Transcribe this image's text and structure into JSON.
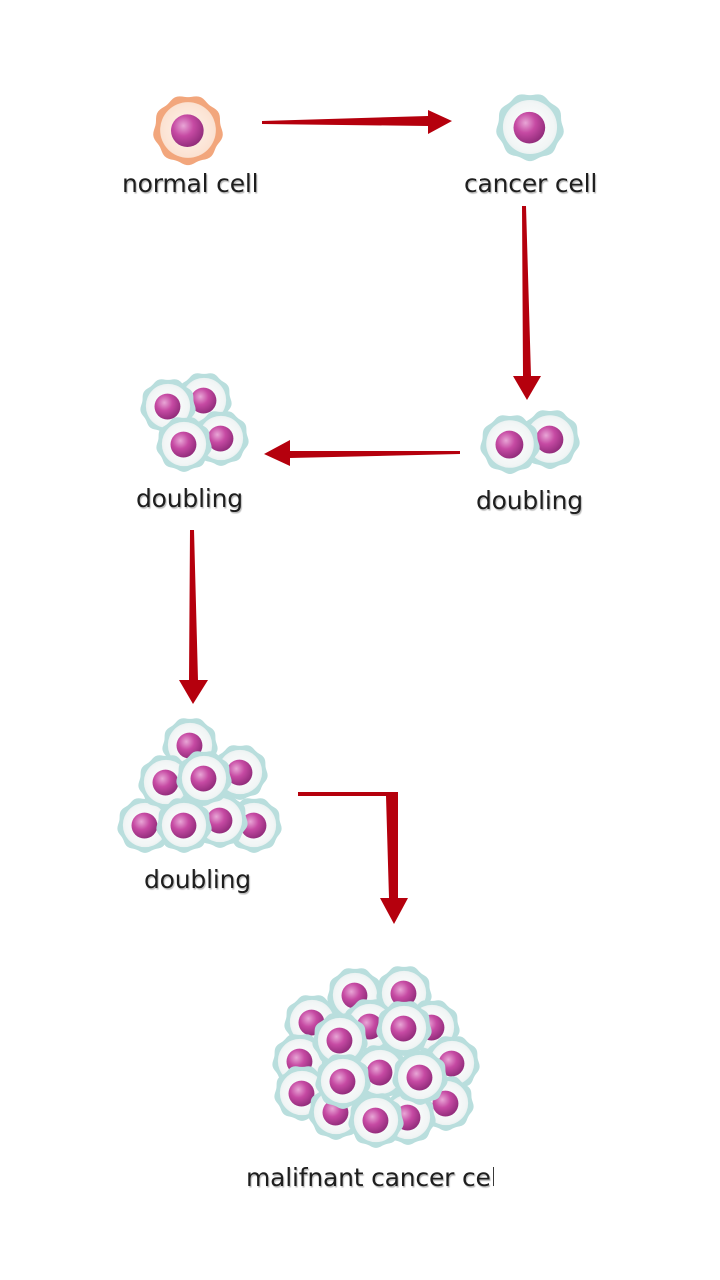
{
  "stages": {
    "normal_cell": "normal cell",
    "cancer_cell": "cancer cell",
    "doubling_1": "doubling",
    "doubling_2": "doubling",
    "doubling_3": "doubling",
    "malignant": "malifnant cancer cell"
  },
  "colors": {
    "arrow": "#b5000d",
    "nucleus": "#c2479f",
    "cancer_membrane": "#b9dedd",
    "cancer_cytoplasm": "#f3f6f6",
    "normal_membrane": "#f2a67c",
    "normal_cytoplasm": "#fde6d6"
  }
}
